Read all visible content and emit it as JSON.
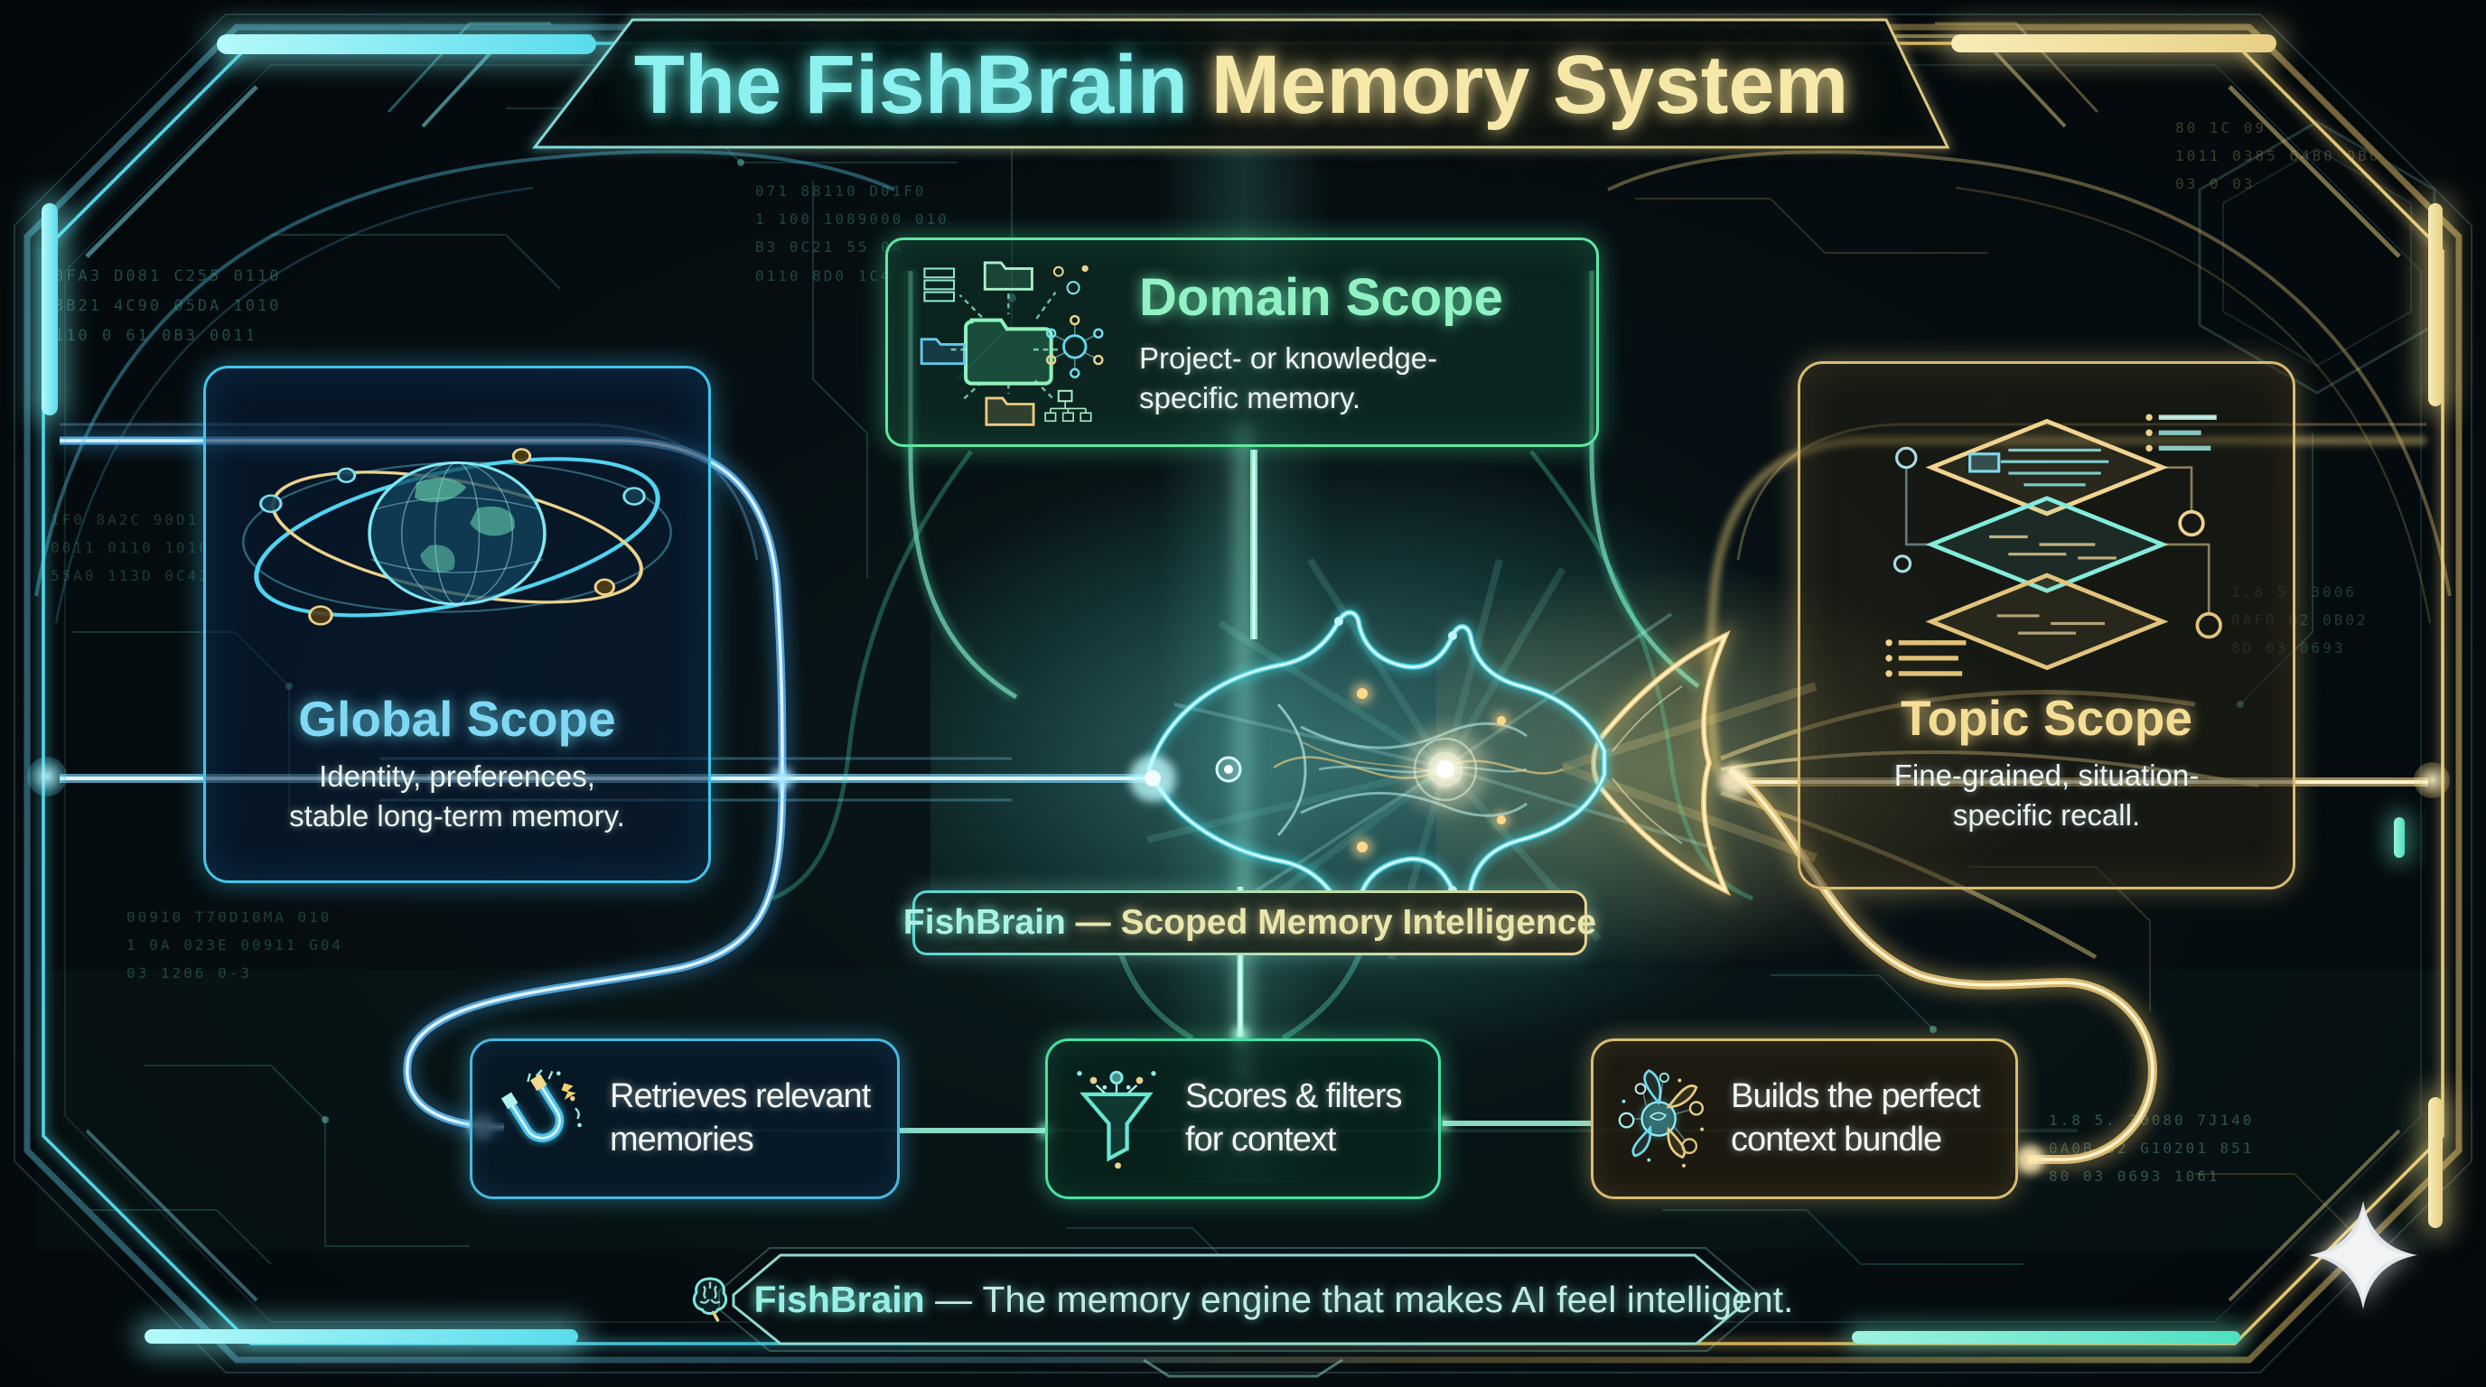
{
  "title": {
    "brand": "The FishBrain",
    "rest": " Memory System"
  },
  "scopes": {
    "domain": {
      "title": "Domain Scope",
      "description": "Project- or knowledge-specific memory.",
      "icon": "folder-network-icon",
      "accent": "#5fe8a2"
    },
    "global": {
      "title": "Global Scope",
      "description": "Identity, preferences, stable long-term memory.",
      "icon": "globe-orbit-icon",
      "accent": "#3fc6ea"
    },
    "topic": {
      "title": "Topic Scope",
      "description": "Fine-grained, situation-specific recall.",
      "icon": "layered-docs-icon",
      "accent": "#d9bc72"
    }
  },
  "center": {
    "label_brand": "FishBrain",
    "label_separator": " — ",
    "label_rest": "Scoped Memory Intelligence",
    "fish_icon": "neon-fish-icon"
  },
  "pipeline": {
    "retrieve": {
      "label": "Retrieves relevant memories",
      "icon": "magnet-icon",
      "accent": "#49b8e0"
    },
    "score": {
      "label": "Scores & filters for context",
      "icon": "funnel-icon",
      "accent": "#46e2a2"
    },
    "bundle": {
      "label": "Builds the perfect context bundle",
      "icon": "network-bundle-icon",
      "accent": "#d8bc74"
    }
  },
  "footer": {
    "brand": "FishBrain",
    "separator": " — ",
    "tagline": "The memory engine that makes AI feel intelligent.",
    "icon": "brain-icon"
  },
  "decor": {
    "sparkle_icon": "four-point-star-icon",
    "code_blocks": {
      "left_top": "0FA3 D081 C255 0110\n8B21 4C90 05DA 1010\n110 0 61 0B3 0011",
      "left_mid": "1F0 8A2C 90D1\n0011 0110 1010\n55A0 113D 0C42",
      "center_top": "071 88110 D01F0\n1 100 1089000 010\nB3 0C21 55 0A\n0110 8D0 1C4",
      "right_top": "80 1C 09\n1011 0385 64B0 0B0\n03 0 03",
      "right_mid": "1.8 5. 3006\n0AF0 B2 0B02\n8D 03 0693",
      "bottom_left": "00910 T70D10MA 010\n1 0A 023E 00911 G04\n03 1206 0-3",
      "bottom_right": "1.8 5. 30080 7J140\n0A0B 82 G10201 851\n80 03 0693 1061"
    }
  },
  "colors": {
    "cyan": "#5ce8f0",
    "green": "#4fe8a6",
    "gold": "#ecd489",
    "text_white": "#eef6f4",
    "bg": "#04090d"
  }
}
